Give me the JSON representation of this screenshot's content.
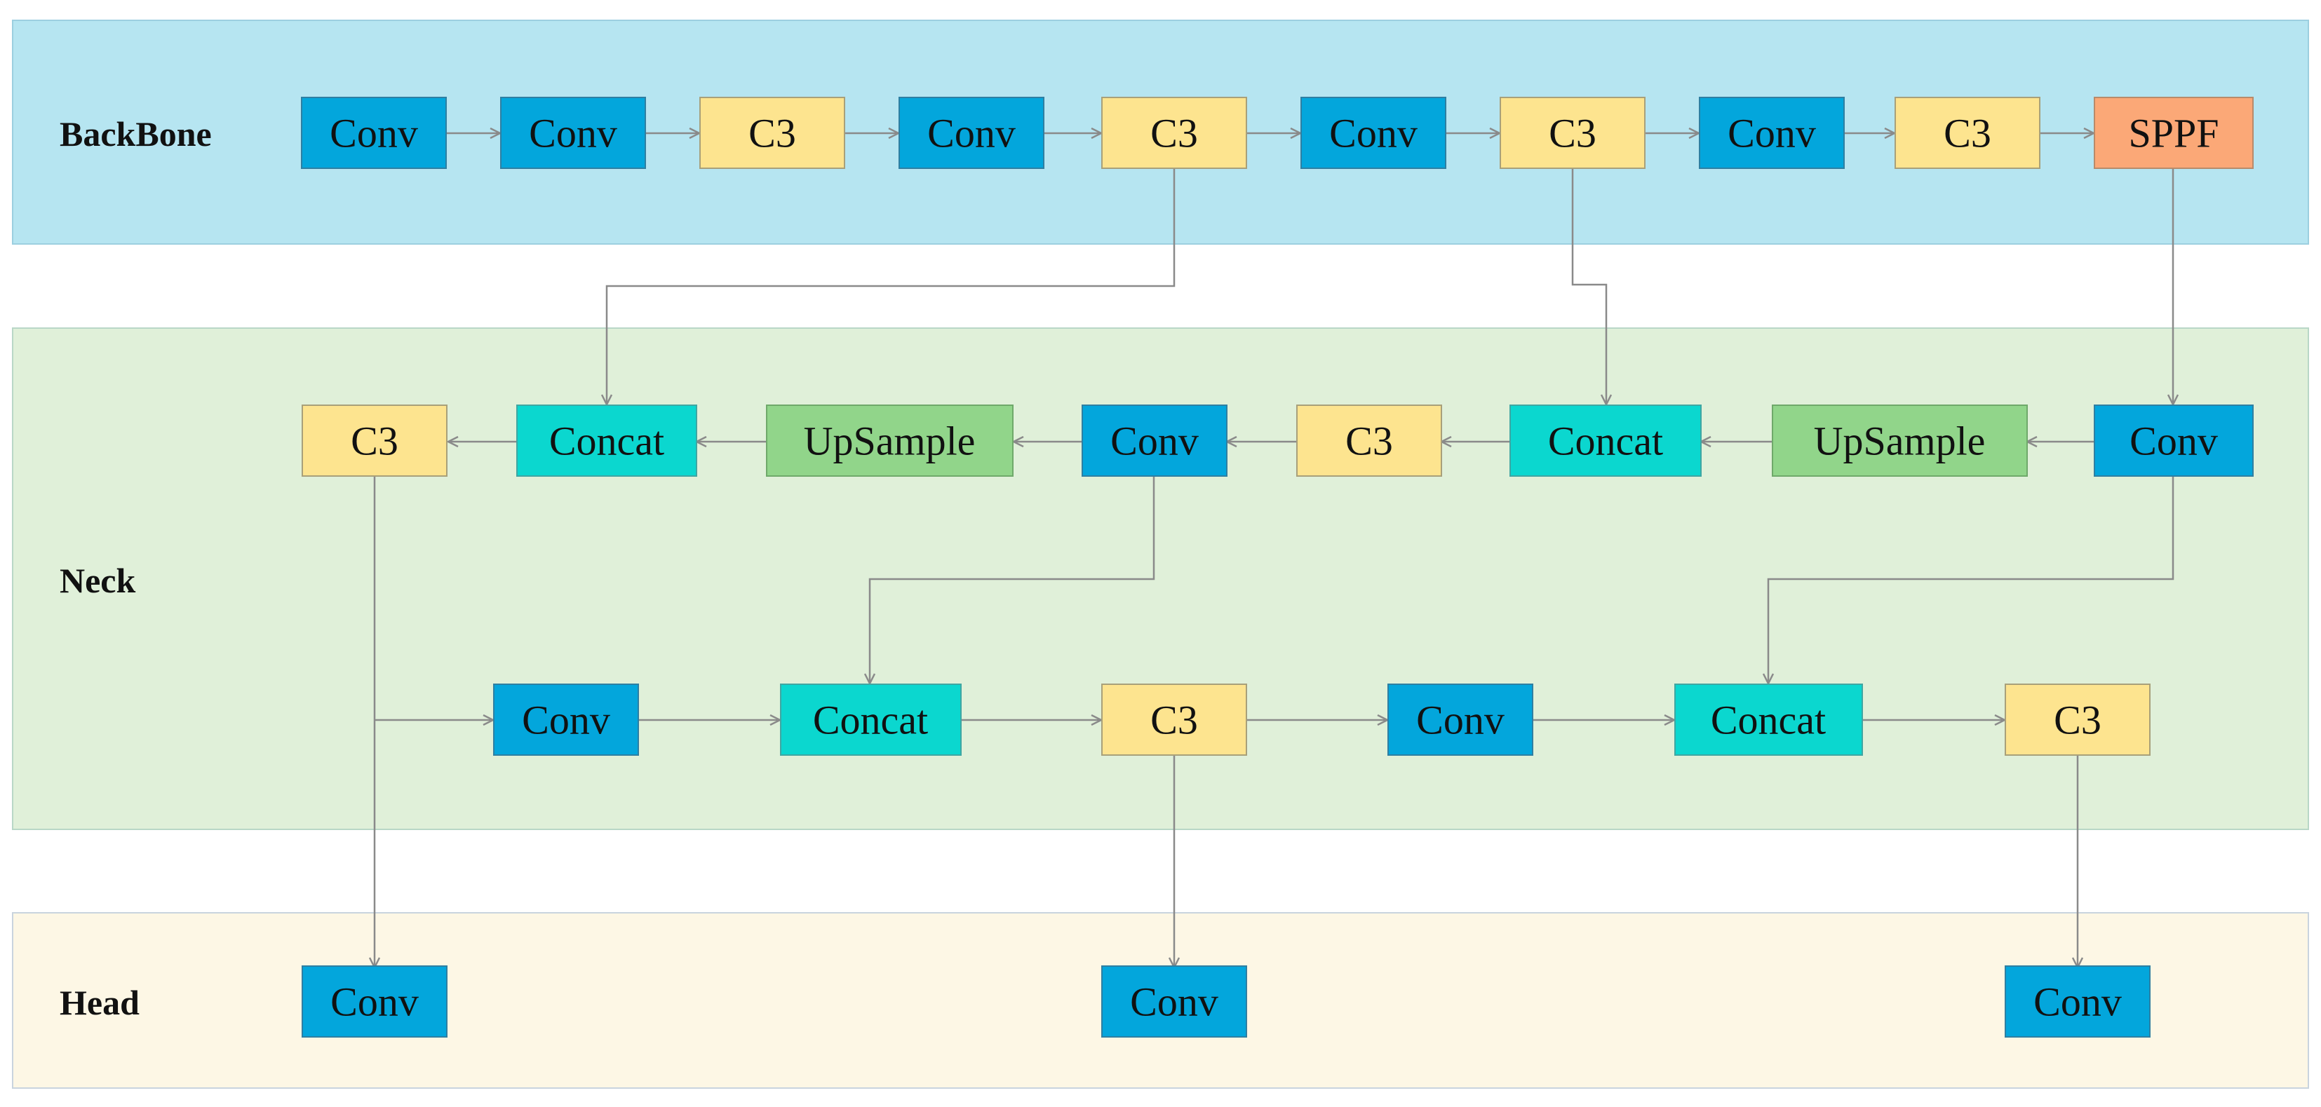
{
  "colors": {
    "conv": "#03a6dc",
    "c3": "#fde48f",
    "sppf": "#fba877",
    "concat": "#0bd7cf",
    "upsample": "#91d58a",
    "backbone_band": "#b6e5f1",
    "neck_band": "#e0f0d9",
    "head_band": "#fdf7e5",
    "edge": "#8a8a8a"
  },
  "sections": {
    "backbone": "BackBone",
    "neck": "Neck",
    "head": "Head"
  },
  "nodes": {
    "b1": "Conv",
    "b2": "Conv",
    "b3": "C3",
    "b4": "Conv",
    "b5": "C3",
    "b6": "Conv",
    "b7": "C3",
    "b8": "Conv",
    "b9": "C3",
    "b10": "SPPF",
    "n1": "C3",
    "n2": "Concat",
    "n3": "UpSample",
    "n4": "Conv",
    "n5": "C3",
    "n6": "Concat",
    "n7": "UpSample",
    "n8": "Conv",
    "m1": "Conv",
    "m2": "Concat",
    "m3": "C3",
    "m4": "Conv",
    "m5": "Concat",
    "m6": "C3",
    "h1": "Conv",
    "h2": "Conv",
    "h3": "Conv"
  }
}
